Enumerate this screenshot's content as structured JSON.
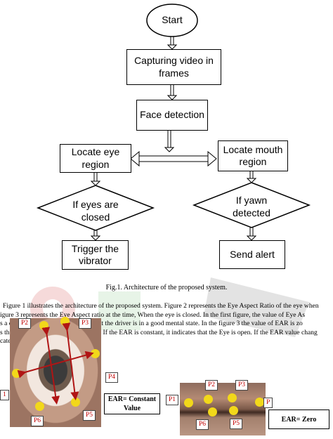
{
  "flowchart": {
    "start": "Start",
    "capture": "Capturing video in frames",
    "face": "Face detection",
    "eye": "Locate eye region",
    "mouth": "Locate mouth region",
    "eyes_closed": "If eyes are closed",
    "yawn": "If yawn detected",
    "trigger": "Trigger the vibrator",
    "alert": "Send alert"
  },
  "caption": "Fig.1. Architecture of the proposed system.",
  "paragraph": [
    "Figure 1 illustrates the architecture of the proposed system. Figure 2 represents the Eye Aspect Ratio of the eye when",
    "igure 3 represents the Eye Aspect ratio at the time, When the eye is closed. In the first figure, the value of Eye As",
    "s a constant value which indicates that the driver is in a good mental state. In the figure 3 the value of EAR is zo",
    "s that the driver is in the fatigue state. If the EAR is constant, it indicates that the Eye is open. If the EAR value chang",
    "cates that a blink has occurred."
  ],
  "figure_open": {
    "labels": {
      "p1": "1",
      "p2": "P2",
      "p3": "P3",
      "p4": "P4",
      "p5": "P5",
      "p6": "P6"
    },
    "ear": "EAR= Constant Value"
  },
  "figure_closed": {
    "labels": {
      "p1": "P1",
      "p2": "P2",
      "p3": "P3",
      "p4": "P",
      "p5": "P5",
      "p6": "P6"
    },
    "ear": "EAR= Zero"
  }
}
